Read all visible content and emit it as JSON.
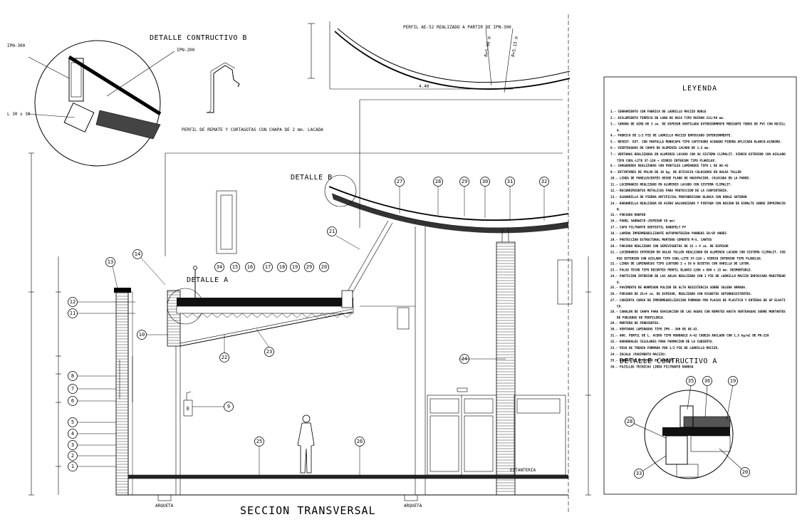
{
  "titles": {
    "main": "SECCION TRANSVERSAL",
    "detail_b_heading": "DETALLE CONTRUCTIVO B",
    "detail_a_heading": "DETALLE CONTRUCTIVO A",
    "detail_b_tag": "DETALLE B",
    "detail_a_tag": "DETALLE A",
    "profile_note": "PERFIL AE-52 REALIZADO A PARTIR DE IPN-300",
    "bent_plate_note": "PERFIL DE REMATE Y CORTAGOTAS CON CHAPA DE 2 mm. LACADA",
    "legend_heading": "LEYENDA"
  },
  "labels": {
    "arqueta_left": "ARQUETA",
    "arqueta_right": "ARQUETA",
    "estanteria": "ESTANTERIA",
    "extinguisher": "E",
    "detail_b_callout_1": "IPN-300",
    "detail_b_callout_2": "IPN-200",
    "detail_b_callout_3": "L 30 x 30",
    "dim_profile": "4.40",
    "dim_arc_1": "R=5.00 m",
    "dim_arc_2": "R=5.15 m"
  },
  "callouts": [
    "1",
    "2",
    "3",
    "4",
    "5",
    "6",
    "7",
    "8",
    "9",
    "10",
    "11",
    "12",
    "13",
    "14",
    "15",
    "16",
    "17",
    "18",
    "19",
    "20",
    "21",
    "22",
    "23",
    "24",
    "25",
    "26",
    "27",
    "28",
    "29",
    "30",
    "31",
    "32",
    "33",
    "34",
    "35",
    "36"
  ],
  "legend": [
    "1.- CERRAMIENTO CON FABRICA DE LADRILLO MACIZO DOBLE",
    "2.- AISLAMIENTO TERMICO DE LANA DE ROCA TIPO ROCDAN 231/40 mm.",
    "3.- CAMARA DE AIRE DE 3 cm. DE ESPESOR VENTILADA EXTERIORMENTE MEDIANTE TUBOS DE PVC CON REJILLA.",
    "4.- FABRICA DE 1/2 PIE DE LADRILLO MACIZO ENFOSCADO INTERIORMENTE.",
    "5.- REVEST. EXT. CON PANTALLA MONOCAPA TIPO CAPITAGRO ACABADO PIEDRA APLICADA BLANCO-ALMAGRO.",
    "6.- VIERTEAGUAS DE CHAPA DE ALUMINIO LACADO DE 1,5 mm.",
    "7.- VENTANAS REALIZADAS EN ALUMINIO LACADO CON SU SISTEMA CLIMALIT, VIDRIO EXTERIOR CON AISLADO TIPO COOL-LITE ST-120 + VIDRIO INTERIOR TIPO PLANILUX.",
    "8.- CARGADEROS REALIZADOS CON PERFILES LAMINADOS TIPO L DE AE-42",
    "9.- EXTINTORES DE POLVO DE 10 kg. DE EFICACIA COLOCADOS EN AULAS TALLER",
    "10.- LINEA DE PANELUSCENTES DESDE PLANO DE HAUSPACION, COLOCADA EN LA PARED.",
    "11.- LUCERNARIO REALIZADO EN ALUMINIO LACADO CON SISTEMA CLIMALIT.",
    "12.- RECUBRIMIENTOS METALICOS PARA PROTECCION DE LA CARPINTERIA.",
    "13.- ALBARDILLA DE PIEDRA ARTIFICIAL PREFABRICADA BLANCA CON DOBLE GOTERON",
    "14.- BARANDILLA REALIZADA EN ACERO GALVANIZADO Y PINTADA CON RESINA DE ESMALTE SOBRE IMPRIMACION.",
    "15.- FORJADO ROOFER",
    "16.- PANEL SANDWICH (ESPESOR 50 mm)",
    "17.- CAPA FILTRANTE GEOTEXTIL DANOFELT PY",
    "18.- LAMINA IMPERMEABILIZANTE AUTOPROTEGIDA PANDEOS 50/GP ANDES",
    "19.- PROTECCION ESTRUCTURAL MORTERO CEMENTO M-5, CANTOS",
    "20.- FORJADO REALIZADO CON SEMIVIGUETAS DE 22 + 4 cm. DE ESPESOR",
    "21.- LUCERNARIO INTERIOR EN AULAS TALLER REALIZADO EN ALUMINIO LACADO CON SISTEMA CLIMALIT, VIDRIO EXTERIOR CON AISLADO TIPO COOL-LITE ST-120 + VIDRIO INTERIOR TIPO PLANILUX.",
    "22.- LINEA DE LUMINARIAS TIPO LUXTUBO 2 x 58 W SUJETAS CON VARILLA DE LATON.",
    "23.- FALSO TECHO TIPO DECORTEX PERFIL BLANCO 1200 x 600 x 15 mm. DESMONTABLE.",
    "24.- PARTICION INTERIOR DE LAS AULAS REALIZADA CON 1 PIE DE LADRILLO MACIZO ENFOSCADO MAESTREADO.",
    "25.- PAVIMENTO DE HORMIGON PULIDO DE ALTA RESISTENCIA SOBRE SOLERA ARMADA.",
    "26.- FORJADO DE 25+4 cm. DE ESPESOR, REALIZADO CON VIGUETAS AUTORRESISTENTES.",
    "27.- CUBIERTA CURVA DE IMPERMEABILIZACION FORMADA POR PLACAS DE PLASTICO Y ENTERAS DE GP ELASTICA.",
    "28.- CANALON DE CHAPA PARA EVACUACION DE LAS AGUAS CON REMATES HASTA VERTEAGUAS SOBRE MONTANTES DE FORJADOS DE PERFILERIA.",
    "29.- MORTERO DE PENDIENTES.",
    "30.- VENTANAS LAMINADAS TIPO IPN - 300 DE AE-42.",
    "31.- ANG. PERFIL DE L. ACERO TIPO RONDABLE A-42 CABEZA ANCLADO CON 1,5 kg/m2 DE PN-220",
    "32.- BARANDALES CELULARES PARA FORMACION DE LA CUBIERTA.",
    "33.- PESO DE TRENZA FORMADA POR 1/2 PIE DE LADRILLO MACIZO.",
    "34.- ZOCALO (PAVIMENTO MACIZO)",
    "35.- BANDAS DE REFUERZO EN ANGULOS",
    "36.- FAJILLAS TECNICAS LINEA FILTRANTE DANOSA"
  ]
}
